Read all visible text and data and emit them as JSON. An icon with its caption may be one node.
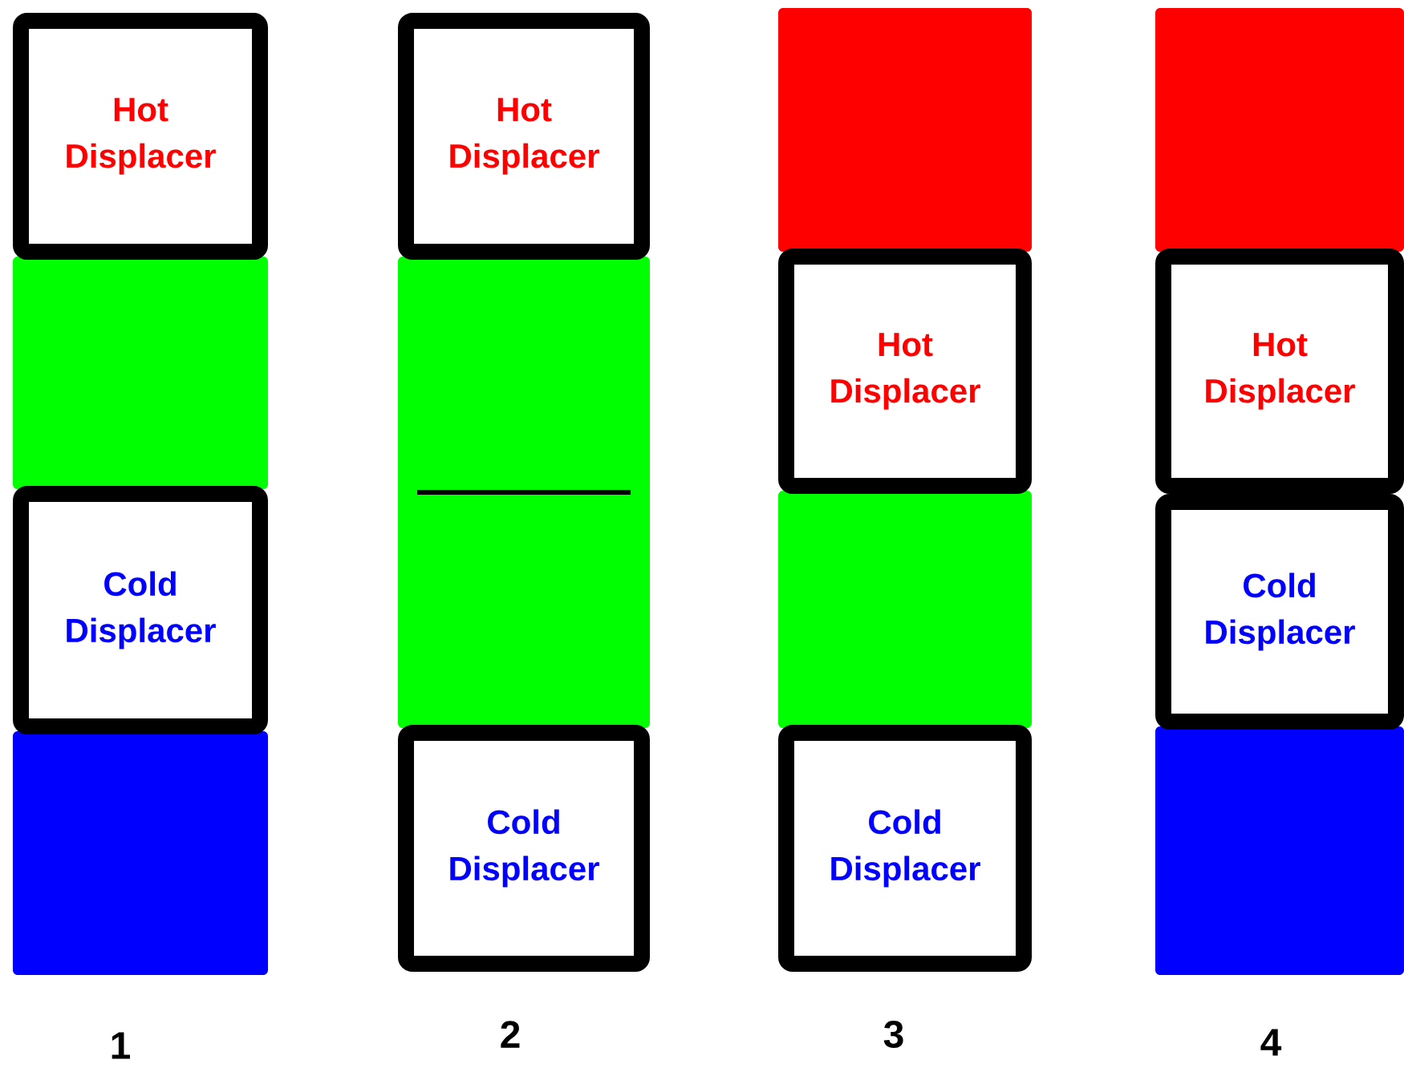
{
  "diagram": {
    "nodes": [
      {
        "text": [
          "Hot Displacer"
        ]
      },
      {
        "text": [],
        "shape": "bar"
      },
      {
        "text": [
          "Cold Displacer"
        ]
      },
      {
        "text": [],
        "shape": "bar"
      },
      {
        "text": [
          "Hot Displacer"
        ]
      },
      {
        "text": [],
        "shape": "bar"
      },
      {
        "text": [
          "Cold Displacer"
        ]
      },
      {
        "text": [],
        "shape": "bar"
      },
      {
        "text": [
          "Hot Displacer"
        ]
      },
      {
        "text": [],
        "shape": "bar"
      },
      {
        "text": [
          "Cold Displacer"
        ]
      },
      {
        "text": [],
        "shape": "bar"
      },
      {
        "text": [
          "Hot Displacer"
        ]
      },
      {
        "text": [
          "Cold Displacer"
        ]
      },
      {
        "text": [],
        "shape": "bar"
      }
    ],
    "labels": [
      "1",
      "2",
      "3",
      "4"
    ]
  }
}
